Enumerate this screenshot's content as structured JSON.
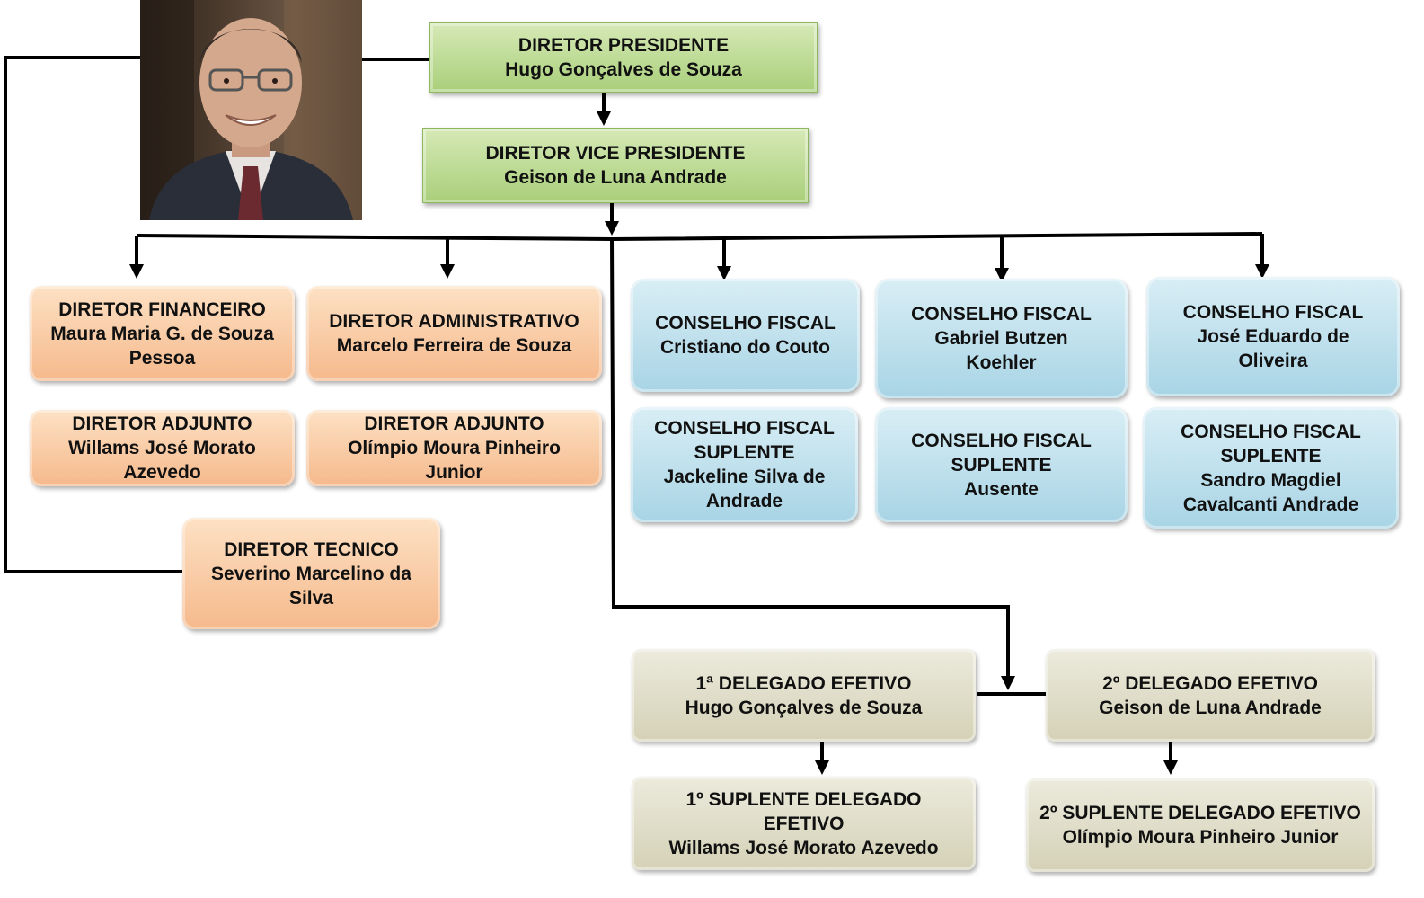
{
  "photo": {
    "icon": "person-portrait-icon"
  },
  "president": {
    "title": "DIRETOR PRESIDENTE",
    "name": "Hugo Gonçalves de Souza"
  },
  "vice_president": {
    "title": "DIRETOR VICE PRESIDENTE",
    "name": "Geison de Luna Andrade"
  },
  "directors": {
    "financeiro": {
      "title": "DIRETOR FINANCEIRO",
      "name_line1": "Maura Maria G. de Souza",
      "name_line2": "Pessoa"
    },
    "administrativo": {
      "title": "DIRETOR ADMINISTRATIVO",
      "name": "Marcelo Ferreira de Souza"
    },
    "adjunto1": {
      "title": "DIRETOR ADJUNTO",
      "name_line1": "Willams José Morato",
      "name_line2": "Azevedo"
    },
    "adjunto2": {
      "title": "DIRETOR ADJUNTO",
      "name_line1": "Olímpio Moura Pinheiro",
      "name_line2": "Junior"
    },
    "tecnico": {
      "title": "DIRETOR TECNICO",
      "name_line1": "Severino Marcelino da",
      "name_line2": "Silva"
    }
  },
  "conselho": {
    "c1": {
      "title": "CONSELHO FISCAL",
      "name": "Cristiano do Couto"
    },
    "c2": {
      "title": "CONSELHO FISCAL",
      "name_line1": "Gabriel Butzen",
      "name_line2": "Koehler"
    },
    "c3": {
      "title": "CONSELHO FISCAL",
      "name_line1": "José Eduardo de",
      "name_line2": "Oliveira"
    },
    "s1": {
      "title": "CONSELHO FISCAL",
      "subtitle": "SUPLENTE",
      "name_line1": "Jackeline Silva de",
      "name_line2": "Andrade"
    },
    "s2": {
      "title": "CONSELHO FISCAL",
      "subtitle": "SUPLENTE",
      "name": "Ausente"
    },
    "s3": {
      "title": "CONSELHO FISCAL",
      "subtitle": "SUPLENTE",
      "name_line1": "Sandro Magdiel",
      "name_line2": "Cavalcanti Andrade"
    }
  },
  "delegados": {
    "d1": {
      "title": "1ª DELEGADO EFETIVO",
      "name": "Hugo Gonçalves de Souza"
    },
    "d2": {
      "title": "2º DELEGADO EFETIVO",
      "name": "Geison de Luna Andrade"
    },
    "s1": {
      "title_line1": "1º SUPLENTE DELEGADO",
      "title_line2": "EFETIVO",
      "name": "Willams José Morato Azevedo"
    },
    "s2": {
      "title": "2º SUPLENTE DELEGADO EFETIVO",
      "name": "Olímpio Moura Pinheiro Junior"
    }
  },
  "colors": {
    "green": "#b8da8c",
    "orange": "#f9c99e",
    "blue": "#b7dde9",
    "beige": "#dedbc6",
    "connector": "#000000"
  }
}
